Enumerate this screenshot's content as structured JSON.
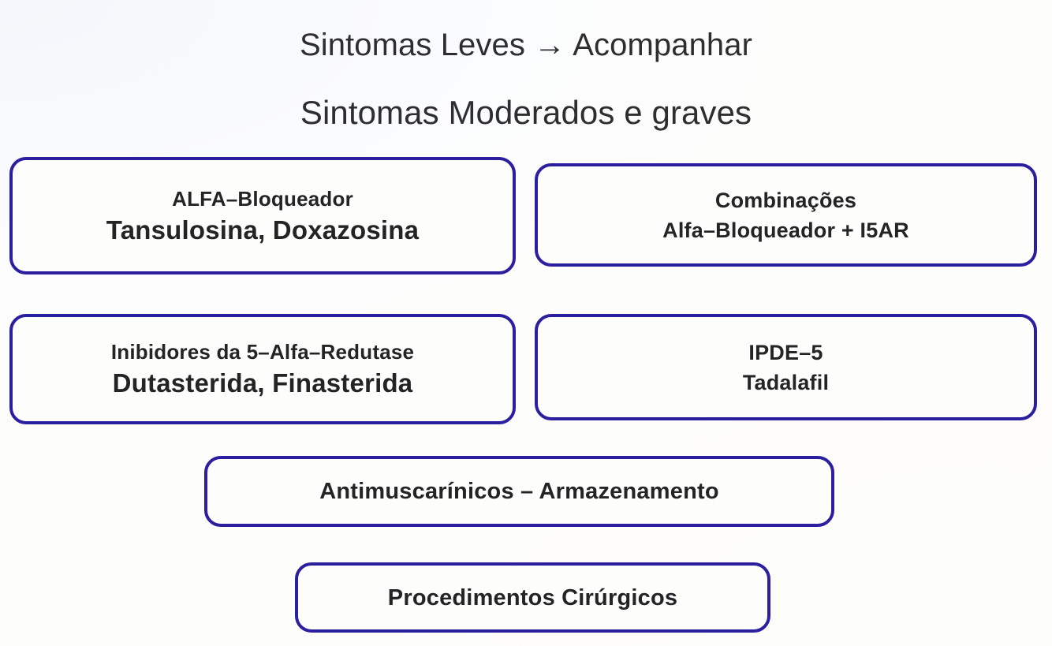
{
  "slide": {
    "background_color": "#fdfdfc",
    "accent_color": "#2b1fa0",
    "text_color": "#242427"
  },
  "headings": [
    {
      "text": "Sintomas Leves → Acompanhar"
    },
    {
      "text": "Sintomas Moderados e graves"
    }
  ],
  "boxes": [
    {
      "id": "alfa-bloqueador",
      "line1": "ALFA–Bloqueador",
      "line2": "Tansulosina, Doxazosina"
    },
    {
      "id": "combinacoes",
      "line1": "Combinações",
      "line2": "Alfa–Bloqueador + I5AR"
    },
    {
      "id": "inibidores-5ar",
      "line1": "Inibidores da 5–Alfa–Redutase",
      "line2": "Dutasterida, Finasterida"
    },
    {
      "id": "ipde5",
      "line1": "IPDE–5",
      "line2": "Tadalafil"
    },
    {
      "id": "antimuscarinicos",
      "line1": "Antimuscarínicos – Armazenamento"
    },
    {
      "id": "procedimentos",
      "line1": "Procedimentos Cirúrgicos"
    }
  ]
}
